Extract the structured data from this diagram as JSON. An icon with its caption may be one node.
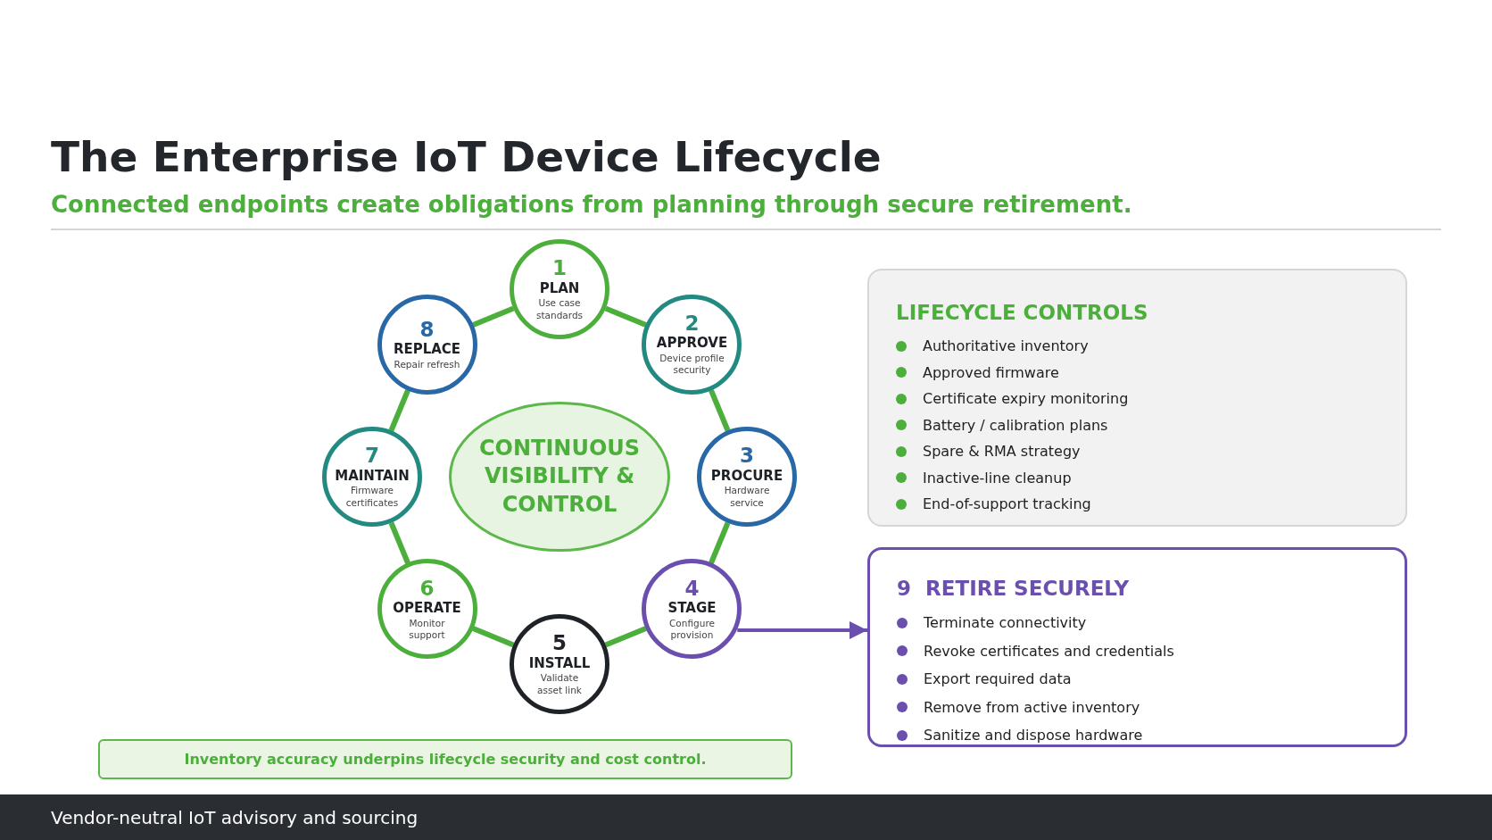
{
  "diagram": {
    "title": "The Enterprise IoT Device Lifecycle",
    "nodes": [
      {
        "text": [
          "1",
          "PLAN",
          "Use case standards"
        ]
      },
      {
        "text": [
          "2",
          "APPROVE",
          "Device profile security"
        ]
      },
      {
        "text": [
          "3",
          "PROCURE",
          "Hardware service"
        ]
      },
      {
        "text": [
          "4",
          "STAGE",
          "Configure provision"
        ]
      },
      {
        "text": [
          "5",
          "INSTALL",
          "Validate asset link"
        ]
      },
      {
        "text": [
          "6",
          "OPERATE",
          "Monitor support"
        ]
      },
      {
        "text": [
          "7",
          "MAINTAIN",
          "Firmware certificates"
        ]
      },
      {
        "text": [
          "8",
          "REPLACE",
          "Repair refresh"
        ]
      },
      {
        "text": [
          "CONTINUOUS VISIBILITY & CONTROL"
        ]
      },
      {
        "text": [
          "LIFECYCLE CONTROLS",
          "Authoritative inventory",
          "Approved firmware",
          "Certificate expiry monitoring",
          "Battery / calibration plans",
          "Spare & RMA strategy",
          "Inactive-line cleanup",
          "End-of-support tracking"
        ]
      },
      {
        "text": [
          "9",
          "RETIRE SECURELY",
          "Terminate connectivity",
          "Revoke certificates and credentials",
          "Export required data",
          "Remove from active inventory",
          "Sanitize and dispose hardware"
        ]
      },
      {
        "text": [
          "Inventory accuracy underpins lifecycle security and cost control."
        ]
      }
    ],
    "edges": [
      {
        "from": 0,
        "to": 1,
        "arrow": "none"
      },
      {
        "from": 1,
        "to": 2,
        "arrow": "none"
      },
      {
        "from": 2,
        "to": 3,
        "arrow": "none"
      },
      {
        "from": 3,
        "to": 4,
        "arrow": "none"
      },
      {
        "from": 4,
        "to": 5,
        "arrow": "none"
      },
      {
        "from": 5,
        "to": 6,
        "arrow": "none"
      },
      {
        "from": 6,
        "to": 7,
        "arrow": "none"
      },
      {
        "from": 7,
        "to": 0,
        "arrow": "none"
      },
      {
        "from": 3,
        "to": 10,
        "arrow": "to",
        "color": "#6b4fae"
      }
    ],
    "labels": [
      "Connected endpoints create obligations from planning through secure retirement.",
      "Vendor-neutral IoT advisory and sourcing"
    ]
  }
}
